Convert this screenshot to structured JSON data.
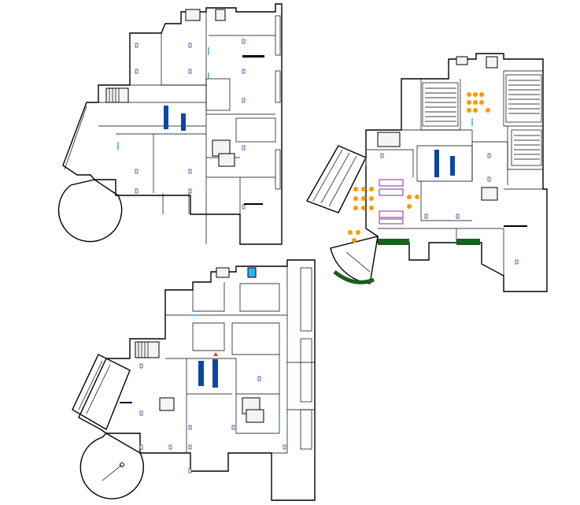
{
  "drawing": {
    "colors": {
      "walls": "#000000",
      "columns": "#7b1fa2",
      "escalators": "#0d47a1",
      "doors": "#1e88e5",
      "furniture": "#ff9800",
      "seating": "#8e24aa",
      "planters": "#1b5e20",
      "accent_red": "#e53935"
    },
    "plans": [
      {
        "id": "plan-top-left"
      },
      {
        "id": "plan-right"
      },
      {
        "id": "plan-bottom-left"
      }
    ]
  }
}
